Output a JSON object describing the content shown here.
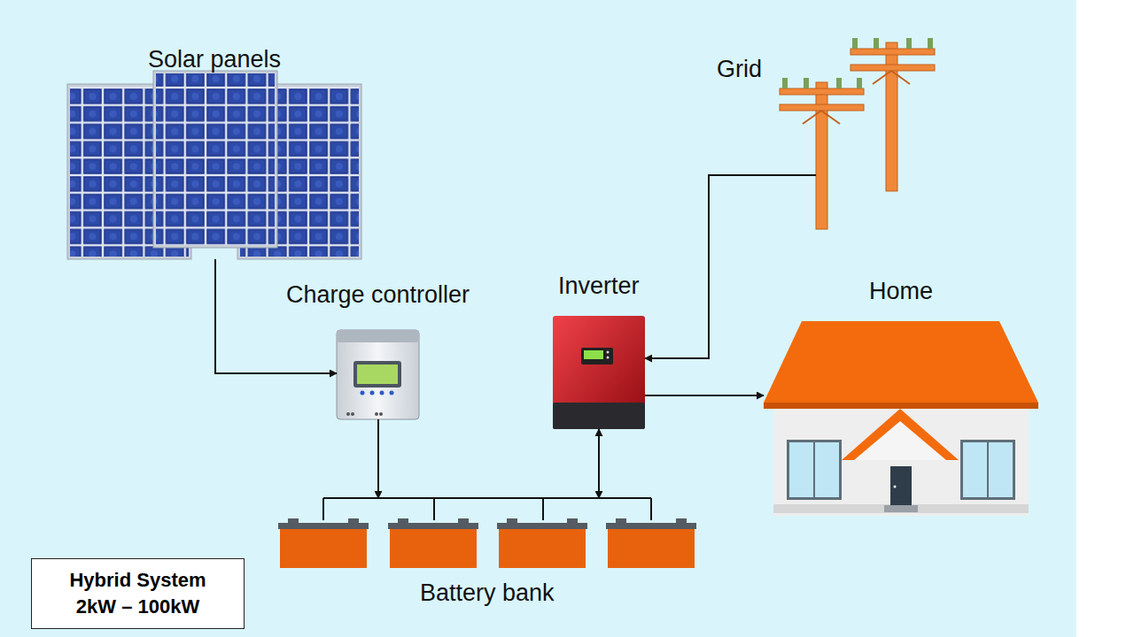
{
  "diagram": {
    "nodes": [
      {
        "text": [
          "Solar panels"
        ]
      },
      {
        "text": [
          "Grid"
        ]
      },
      {
        "text": [
          "Charge controller"
        ]
      },
      {
        "text": [
          "Inverter"
        ]
      },
      {
        "text": [
          "Home"
        ]
      },
      {
        "text": [
          "Battery bank"
        ]
      },
      {
        "text": [
          "Hybrid System",
          "2kW – 100kW"
        ]
      }
    ],
    "edges": [
      {
        "from": 0,
        "to": 2,
        "arrow": "to"
      },
      {
        "from": 2,
        "to": 5,
        "arrow": "to"
      },
      {
        "from": 3,
        "to": 5,
        "arrow": "both"
      },
      {
        "from": 1,
        "to": 3,
        "arrow": "to"
      },
      {
        "from": 3,
        "to": 4,
        "arrow": "to"
      }
    ]
  }
}
